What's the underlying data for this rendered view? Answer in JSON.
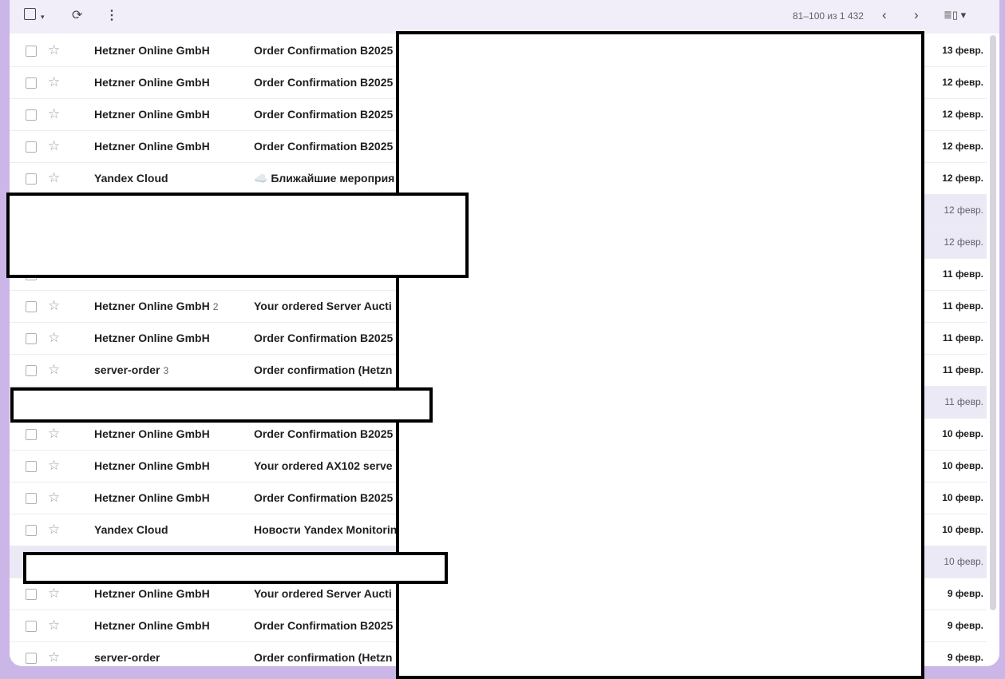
{
  "toolbar": {
    "select_icon": "checkbox-icon",
    "caret": "▾",
    "refresh_icon": "⟳",
    "more_icon": "⋮",
    "pagination": "81–100 из 1 432",
    "prev_icon": "‹",
    "next_icon": "›",
    "view_icon": "≣▯ ▾"
  },
  "rows": [
    {
      "sender": "Hetzner Online GmbH",
      "count": "",
      "subject": "Order Confirmation B2025",
      "date": "13 февр.",
      "read": false
    },
    {
      "sender": "Hetzner Online GmbH",
      "count": "",
      "subject": "Order Confirmation B2025",
      "date": "12 февр.",
      "read": false
    },
    {
      "sender": "Hetzner Online GmbH",
      "count": "",
      "subject": "Order Confirmation B2025",
      "date": "12 февр.",
      "read": false
    },
    {
      "sender": "Hetzner Online GmbH",
      "count": "",
      "subject": "Order Confirmation B2025",
      "date": "12 февр.",
      "read": false
    },
    {
      "sender": "Yandex Cloud",
      "count": "",
      "subject": "☁️ Ближайшие мероприя",
      "date": "12 февр.",
      "read": false
    },
    {
      "sender": "",
      "count": "",
      "subject": "",
      "date": "12 февр.",
      "read": true
    },
    {
      "sender": "",
      "count": "",
      "subject": "",
      "date": "12 февр.",
      "read": true
    },
    {
      "sender": "",
      "count": "",
      "subject": "",
      "date": "11 февр.",
      "read": false
    },
    {
      "sender": "Hetzner Online GmbH",
      "count": "2",
      "subject": "Your ordered Server Aucti",
      "date": "11 февр.",
      "read": false
    },
    {
      "sender": "Hetzner Online GmbH",
      "count": "",
      "subject": "Order Confirmation B2025",
      "date": "11 февр.",
      "read": false
    },
    {
      "sender": "server-order",
      "count": "3",
      "subject": "Order confirmation (Hetzn",
      "date": "11 февр.",
      "read": false
    },
    {
      "sender": "",
      "count": "",
      "subject": "",
      "date": "11 февр.",
      "read": true
    },
    {
      "sender": "Hetzner Online GmbH",
      "count": "",
      "subject": "Order Confirmation B2025",
      "date": "10 февр.",
      "read": false
    },
    {
      "sender": "Hetzner Online GmbH",
      "count": "",
      "subject": "Your ordered AX102 serve",
      "date": "10 февр.",
      "read": false
    },
    {
      "sender": "Hetzner Online GmbH",
      "count": "",
      "subject": "Order Confirmation B2025",
      "date": "10 февр.",
      "read": false
    },
    {
      "sender": "Yandex Cloud",
      "count": "",
      "subject": "Новости Yandex Monitorin",
      "date": "10 февр.",
      "read": false
    },
    {
      "sender": "",
      "count": "",
      "subject": "",
      "date": "10 февр.",
      "read": true
    },
    {
      "sender": "Hetzner Online GmbH",
      "count": "",
      "subject": "Your ordered Server Aucti",
      "date": "9 февр.",
      "read": false
    },
    {
      "sender": "Hetzner Online GmbH",
      "count": "",
      "subject": "Order Confirmation B2025",
      "date": "9 февр.",
      "read": false
    },
    {
      "sender": "server-order",
      "count": "",
      "subject": "Order confirmation (Hetzn",
      "date": "9 февр.",
      "read": false
    }
  ]
}
